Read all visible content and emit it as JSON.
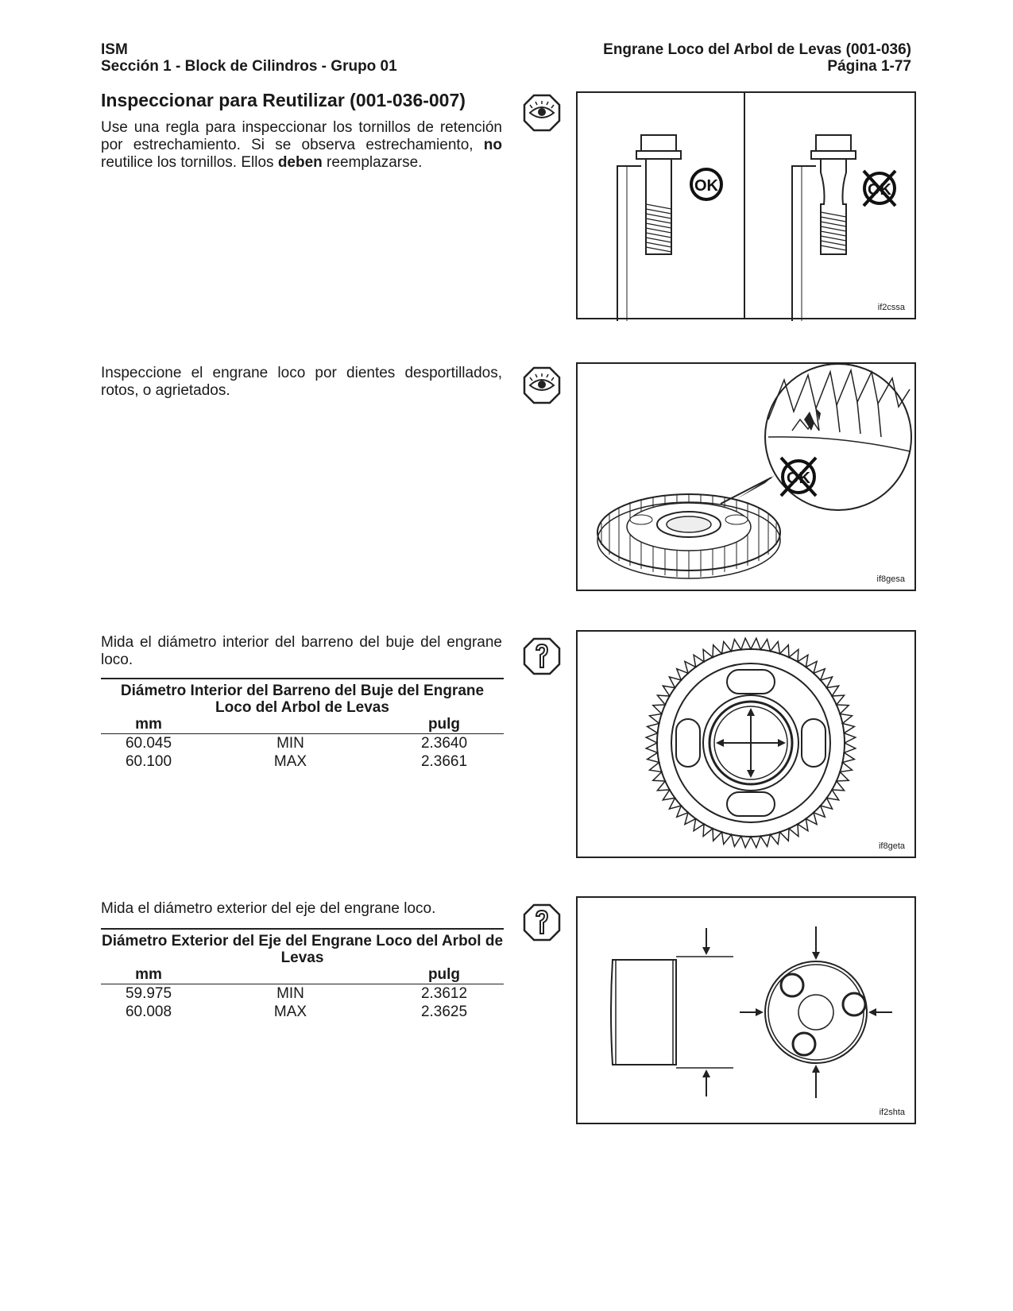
{
  "header": {
    "left_line1": "ISM",
    "left_line2": "Sección 1 - Block de Cilindros - Grupo 01",
    "right_line1": "Engrane Loco del Arbol de Levas (001-036)",
    "right_line2": "Página 1-77"
  },
  "section1": {
    "title": "Inspeccionar para Reutilizar (001-036-007)",
    "text_a": "Use una regla para inspeccionar los tornillos de retención por estrechamiento. Si se observa estrechamiento, ",
    "text_b": "no",
    "text_c": " reutilice los tornillos. Ellos ",
    "text_d": "deben",
    "text_e": " reemplazarse.",
    "icon": "eye-inspect-icon",
    "figure_code": "if2cssa",
    "ok_label": "OK",
    "notok_label": "OK"
  },
  "section2": {
    "text": "Inspeccione el engrane loco por dientes desportillados, rotos, o agrietados.",
    "icon": "eye-inspect-icon",
    "figure_code": "if8gesa",
    "notok_label": "OK"
  },
  "section3": {
    "text": "Mida el diámetro interior del barreno del buje del engrane loco.",
    "icon": "measure-icon",
    "table_title": "Diámetro Interior del Barreno del Buje del Engrane Loco del Arbol de Levas",
    "col_mm": "mm",
    "col_in": "pulg",
    "rows": [
      {
        "mm": "60.045",
        "label": "MIN",
        "in": "2.3640"
      },
      {
        "mm": "60.100",
        "label": "MAX",
        "in": "2.3661"
      }
    ],
    "figure_code": "if8geta"
  },
  "section4": {
    "text": "Mida el diámetro exterior del eje del engrane loco.",
    "icon": "measure-icon",
    "table_title": "Diámetro Exterior del Eje del Engrane Loco del Arbol de Levas",
    "col_mm": "mm",
    "col_in": "pulg",
    "rows": [
      {
        "mm": "59.975",
        "label": "MIN",
        "in": "2.3612"
      },
      {
        "mm": "60.008",
        "label": "MAX",
        "in": "2.3625"
      }
    ],
    "figure_code": "if2shta"
  }
}
